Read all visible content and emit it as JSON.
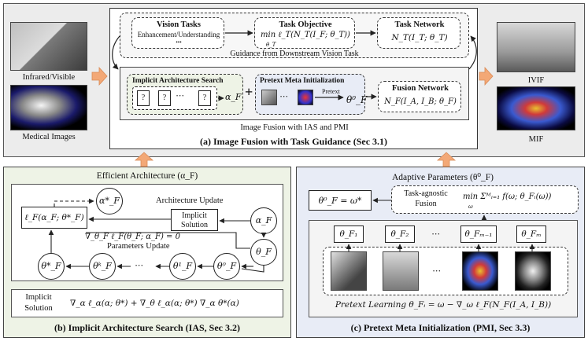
{
  "left_col": {
    "label_top": "Infrared/Visible",
    "label_bottom": "Medical Images"
  },
  "right_col": {
    "label_top": "IVIF",
    "label_bottom": "MIF"
  },
  "panel_a": {
    "title": "(a) Image Fusion with Task Guidance (Sec 3.1)",
    "top": {
      "vision_tasks_title": "Vision Tasks",
      "vision_tasks_sub": "Enhancement/Understanding",
      "vision_tasks_dots": "•••",
      "objective_title": "Task Objective",
      "objective_formula": "min ℓ_T(N_T(I_F; θ_T))",
      "objective_sub": "θ_T",
      "network_title": "Task Network",
      "network_formula": "N_T(I_T; θ_T)",
      "guidance": "Guidance from Downstream Vision Task"
    },
    "bottom": {
      "ias_title": "Implicit Architecture Search",
      "ias_cell": "?",
      "ias_dots": "• • •",
      "ias_out": "α_F",
      "plus": "+",
      "pmi_title": "Pretext Meta Initialization",
      "pmi_dots": "• • •",
      "pmi_arrow_label": "Pretext",
      "pmi_out": "θ⁰_F",
      "fusion_title": "Fusion Network",
      "fusion_formula": "N_F(I_A, I_B; θ_F)",
      "caption": "Image Fusion with IAS and PMI"
    }
  },
  "panel_b": {
    "header": "Efficient Architecture (α_F)",
    "alpha_star": "α*_F",
    "loss_box": "ℓ_F(α_F; θ*_F)",
    "arch_update": "Architecture Update",
    "implicit_solution": [
      "Implicit",
      "Solution"
    ],
    "alpha_node": "α_F",
    "theta_node": "θ_F",
    "grad_eq": "∇_θ_F ℓ_F(θ_F; α_F) = 0",
    "params_update": "Parameters Update",
    "chain_nodes": [
      "θ*_F",
      "θᵏ_F",
      "θ¹_F",
      "θ⁰_F"
    ],
    "chain_dots": "• • •",
    "footer_label": [
      "Implicit",
      "Solution"
    ],
    "footer_formula": "∇_α ℓ_α(α; θ*) + ∇_θ ℓ_α(α; θ*) ∇_α θ*(α)",
    "title": "(b) Implicit Architecture Search (IAS, Sec 3.2)"
  },
  "panel_c": {
    "header": "Adaptive Parameters (θ⁰_F)",
    "eq_box": "θ⁰_F = ω*",
    "agnostic_title": [
      "Task-agnostic",
      "Fusion"
    ],
    "agnostic_formula": "min Σᴹᵢ₌₁ f(ω; θ_Fᵢ(ω))",
    "agnostic_sub": "ω",
    "theta_labels": [
      "θ_F₁",
      "θ_F₂",
      "θ_Fₘ₋₁",
      "θ_Fₘ"
    ],
    "dots": "• • •",
    "pretext": "Pretext Learning  θ_Fᵢ = ω − ∇_ω ℓ_F(N_F(I_A, I_B))",
    "title": "(c) Pretext Meta Initialization (PMI, Sec 3.3)"
  },
  "colors": {
    "panel_b_bg": "#eef3e6",
    "panel_c_bg": "#e8ecf6",
    "arrow_orange": "#f3a876",
    "top_bg": "#ececec"
  }
}
